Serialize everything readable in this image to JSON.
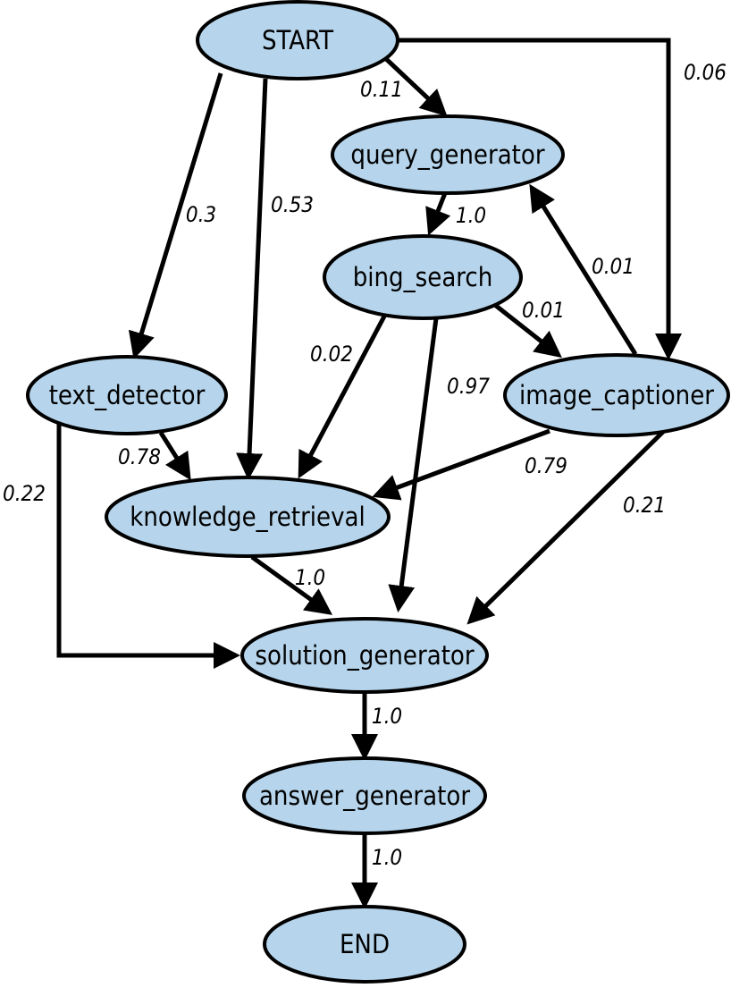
{
  "colors": {
    "node_fill": "#b6d5ec",
    "stroke": "#000000"
  },
  "nodes": [
    {
      "id": "start",
      "label": "START"
    },
    {
      "id": "query_generator",
      "label": "query_generator"
    },
    {
      "id": "bing_search",
      "label": "bing_search"
    },
    {
      "id": "text_detector",
      "label": "text_detector"
    },
    {
      "id": "image_captioner",
      "label": "image_captioner"
    },
    {
      "id": "knowledge_retrieval",
      "label": "knowledge_retrieval"
    },
    {
      "id": "solution_generator",
      "label": "solution_generator"
    },
    {
      "id": "answer_generator",
      "label": "answer_generator"
    },
    {
      "id": "end",
      "label": "END"
    }
  ],
  "edges": [
    {
      "id": "start-query_generator",
      "from": "START",
      "to": "query_generator",
      "weight": "0.11"
    },
    {
      "id": "start-image_captioner",
      "from": "START",
      "to": "image_captioner",
      "weight": "0.06"
    },
    {
      "id": "start-text_detector",
      "from": "START",
      "to": "text_detector",
      "weight": "0.3"
    },
    {
      "id": "start-knowledge_retrieval",
      "from": "START",
      "to": "knowledge_retrieval",
      "weight": "0.53"
    },
    {
      "id": "query_generator-bing_search",
      "from": "query_generator",
      "to": "bing_search",
      "weight": "1.0"
    },
    {
      "id": "image_captioner-query_generator",
      "from": "image_captioner",
      "to": "query_generator",
      "weight": "0.01"
    },
    {
      "id": "bing_search-image_captioner",
      "from": "bing_search",
      "to": "image_captioner",
      "weight": "0.01"
    },
    {
      "id": "bing_search-knowledge_retrieval",
      "from": "bing_search",
      "to": "knowledge_retrieval",
      "weight": "0.02"
    },
    {
      "id": "bing_search-solution_generator",
      "from": "bing_search",
      "to": "solution_generator",
      "weight": "0.97"
    },
    {
      "id": "text_detector-knowledge_retrieval",
      "from": "text_detector",
      "to": "knowledge_retrieval",
      "weight": "0.78"
    },
    {
      "id": "text_detector-solution_generator",
      "from": "text_detector",
      "to": "solution_generator",
      "weight": "0.22"
    },
    {
      "id": "image_captioner-knowledge_retrieval",
      "from": "image_captioner",
      "to": "knowledge_retrieval",
      "weight": "0.79"
    },
    {
      "id": "image_captioner-solution_generator",
      "from": "image_captioner",
      "to": "solution_generator",
      "weight": "0.21"
    },
    {
      "id": "knowledge_retrieval-solution_generator",
      "from": "knowledge_retrieval",
      "to": "solution_generator",
      "weight": "1.0"
    },
    {
      "id": "solution_generator-answer_generator",
      "from": "solution_generator",
      "to": "answer_generator",
      "weight": "1.0"
    },
    {
      "id": "answer_generator-end",
      "from": "answer_generator",
      "to": "END",
      "weight": "1.0"
    }
  ]
}
